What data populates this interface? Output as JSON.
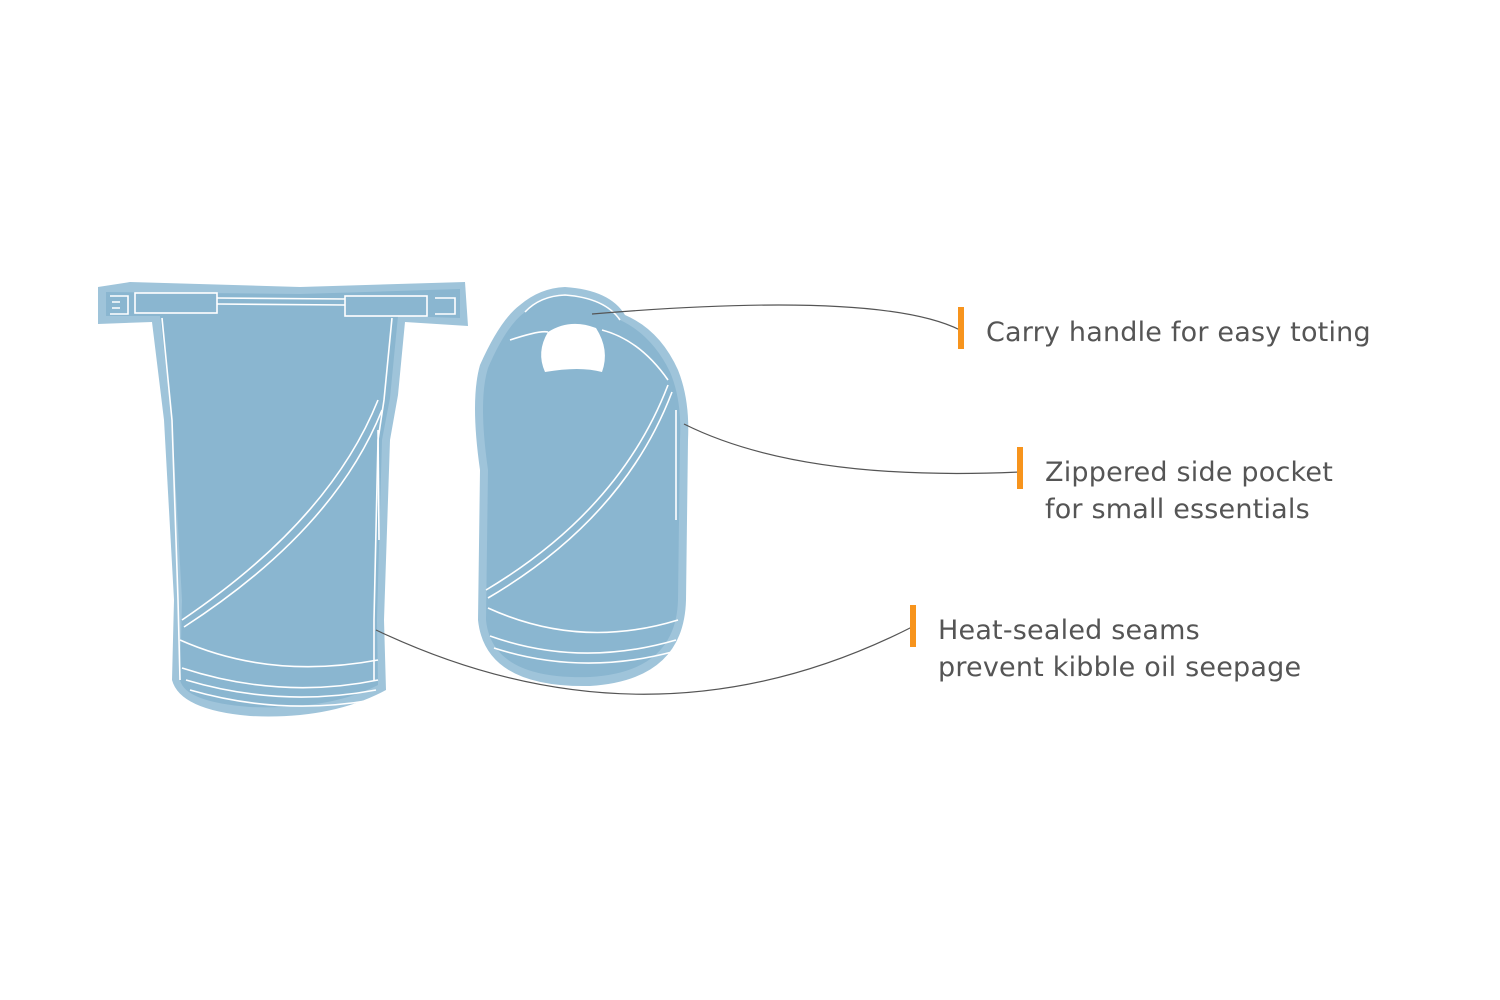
{
  "colors": {
    "bag_fill": "#8ab6d0",
    "bag_halo": "#9fc4da",
    "accent": "#f7941d",
    "text": "#555555",
    "leader": "#555555"
  },
  "images": {
    "tall_bag": "tall-roll-top-dry-bag",
    "short_bag": "short-dry-bag-with-handle"
  },
  "callouts": [
    {
      "lines": [
        "Carry handle for easy toting"
      ]
    },
    {
      "lines": [
        "Zippered side pocket",
        "for small essentials"
      ]
    },
    {
      "lines": [
        "Heat-sealed seams",
        "prevent kibble oil seepage"
      ]
    }
  ]
}
